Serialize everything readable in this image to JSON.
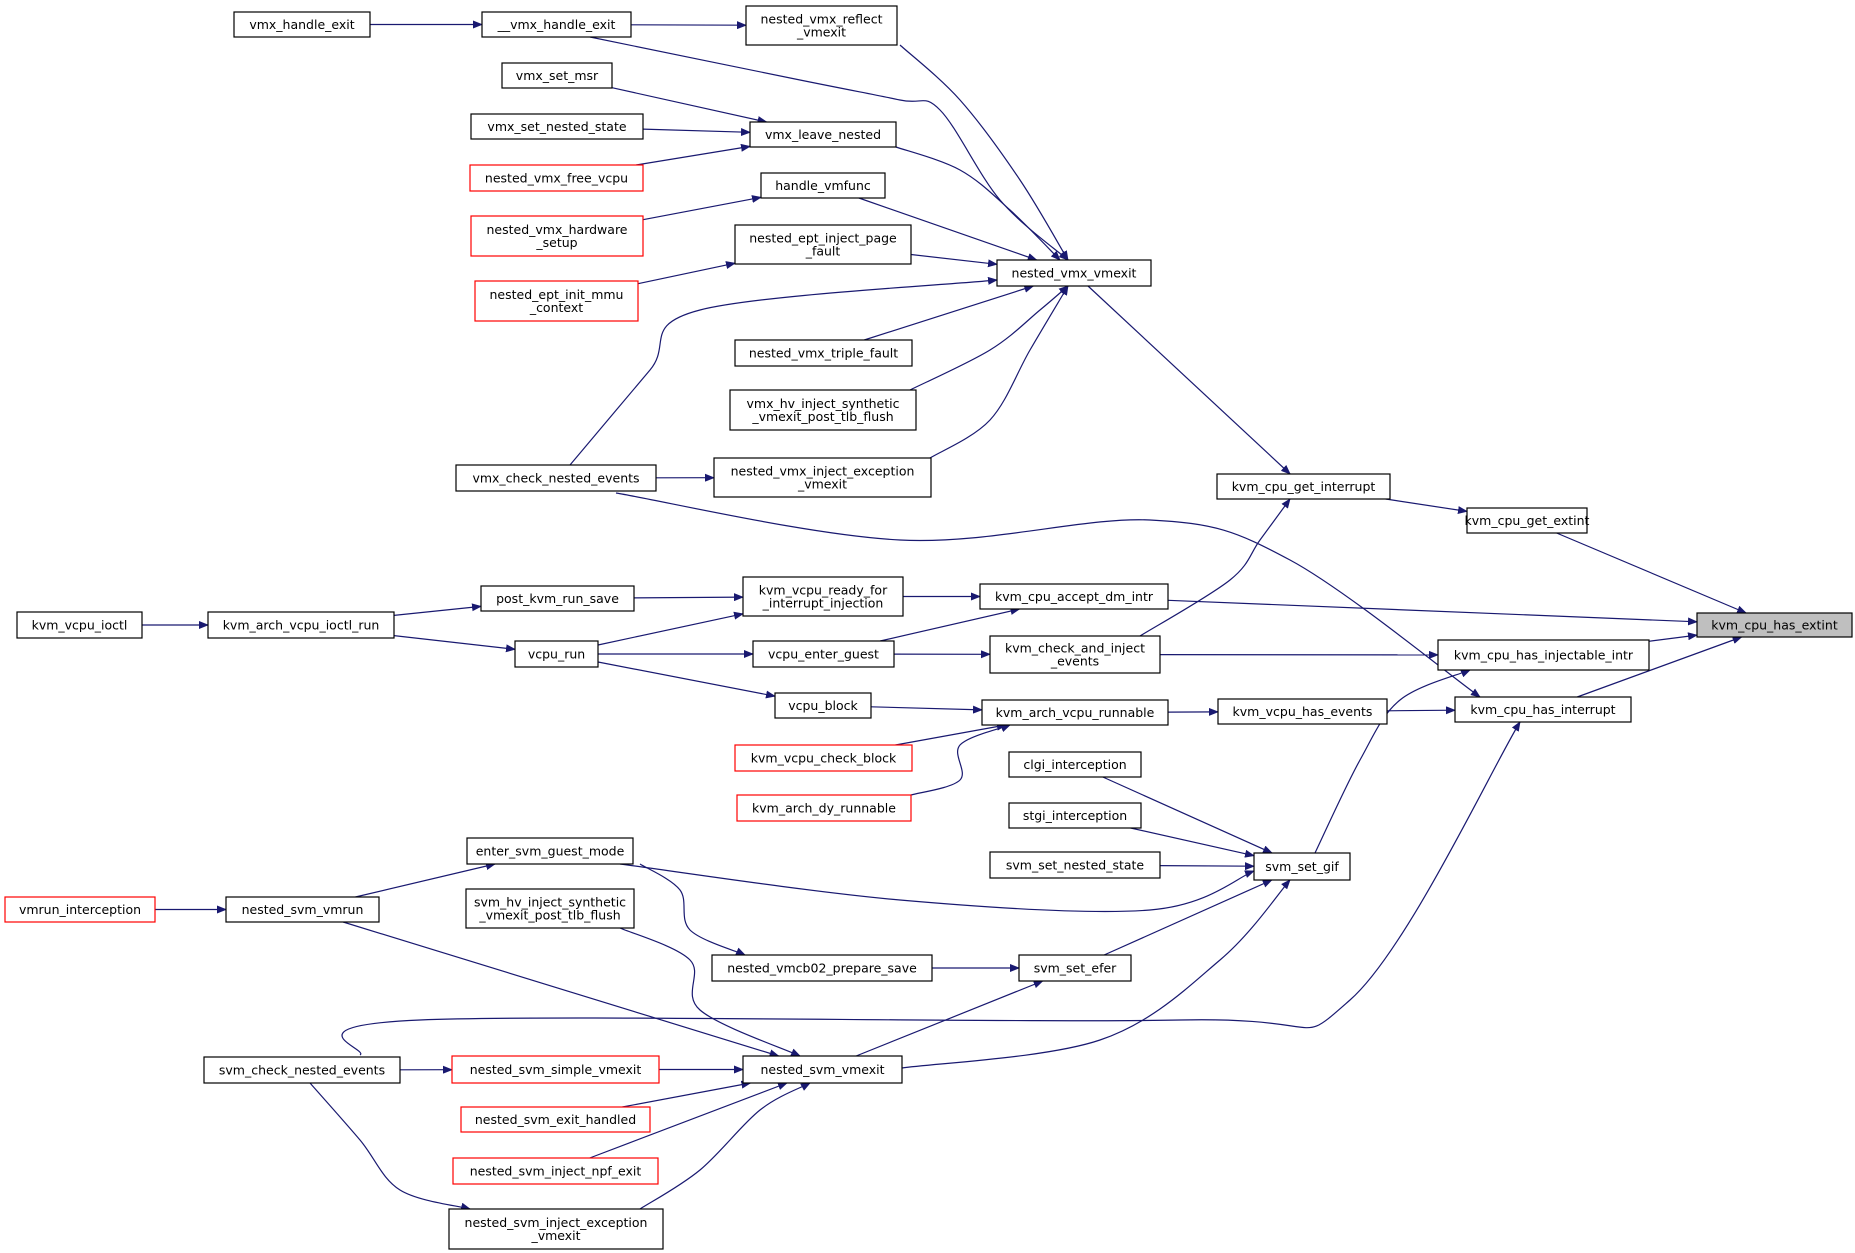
{
  "colors": {
    "edge": "#191970",
    "node_border": "#000000",
    "node_border_truncated": "#ff0000",
    "node_fill": "#ffffff",
    "focus_fill": "#bfbfbf"
  },
  "nodes": [
    {
      "id": "kvm_cpu_has_extint",
      "lines": [
        "kvm_cpu_has_extint"
      ],
      "style": "focus"
    },
    {
      "id": "kvm_cpu_get_extint",
      "lines": [
        "kvm_cpu_get_extint"
      ],
      "style": "normal"
    },
    {
      "id": "kvm_cpu_accept_dm_intr",
      "lines": [
        "kvm_cpu_accept_dm_intr"
      ],
      "style": "normal"
    },
    {
      "id": "kvm_cpu_has_injectable_intr",
      "lines": [
        "kvm_cpu_has_injectable_intr"
      ],
      "style": "normal"
    },
    {
      "id": "kvm_cpu_has_interrupt",
      "lines": [
        "kvm_cpu_has_interrupt"
      ],
      "style": "normal"
    },
    {
      "id": "kvm_cpu_get_interrupt",
      "lines": [
        "kvm_cpu_get_interrupt"
      ],
      "style": "normal"
    },
    {
      "id": "kvm_vcpu_ready_for_interrupt_injection",
      "lines": [
        "kvm_vcpu_ready_for",
        "_interrupt_injection"
      ],
      "style": "normal"
    },
    {
      "id": "kvm_check_and_inject_events",
      "lines": [
        "kvm_check_and_inject",
        "_events"
      ],
      "style": "normal"
    },
    {
      "id": "svm_set_gif",
      "lines": [
        "svm_set_gif"
      ],
      "style": "normal"
    },
    {
      "id": "kvm_vcpu_has_events",
      "lines": [
        "kvm_vcpu_has_events"
      ],
      "style": "normal"
    },
    {
      "id": "vmx_check_nested_events",
      "lines": [
        "vmx_check_nested_events"
      ],
      "style": "normal"
    },
    {
      "id": "svm_check_nested_events",
      "lines": [
        "svm_check_nested_events"
      ],
      "style": "normal"
    },
    {
      "id": "nested_vmx_vmexit",
      "lines": [
        "nested_vmx_vmexit"
      ],
      "style": "normal"
    },
    {
      "id": "post_kvm_run_save",
      "lines": [
        "post_kvm_run_save"
      ],
      "style": "normal"
    },
    {
      "id": "vcpu_enter_guest",
      "lines": [
        "vcpu_enter_guest"
      ],
      "style": "normal"
    },
    {
      "id": "clgi_interception",
      "lines": [
        "clgi_interception"
      ],
      "style": "normal"
    },
    {
      "id": "stgi_interception",
      "lines": [
        "stgi_interception"
      ],
      "style": "normal"
    },
    {
      "id": "svm_set_nested_state",
      "lines": [
        "svm_set_nested_state"
      ],
      "style": "normal"
    },
    {
      "id": "enter_svm_guest_mode",
      "lines": [
        "enter_svm_guest_mode"
      ],
      "style": "normal"
    },
    {
      "id": "svm_set_efer",
      "lines": [
        "svm_set_efer"
      ],
      "style": "normal"
    },
    {
      "id": "nested_svm_vmexit",
      "lines": [
        "nested_svm_vmexit"
      ],
      "style": "normal"
    },
    {
      "id": "kvm_arch_vcpu_runnable",
      "lines": [
        "kvm_arch_vcpu_runnable"
      ],
      "style": "normal"
    },
    {
      "id": "vcpu_block",
      "lines": [
        "vcpu_block"
      ],
      "style": "normal"
    },
    {
      "id": "kvm_vcpu_check_block",
      "lines": [
        "kvm_vcpu_check_block"
      ],
      "style": "truncated"
    },
    {
      "id": "kvm_arch_dy_runnable",
      "lines": [
        "kvm_arch_dy_runnable"
      ],
      "style": "truncated"
    },
    {
      "id": "vcpu_run",
      "lines": [
        "vcpu_run"
      ],
      "style": "normal"
    },
    {
      "id": "kvm_arch_vcpu_ioctl_run",
      "lines": [
        "kvm_arch_vcpu_ioctl_run"
      ],
      "style": "normal"
    },
    {
      "id": "kvm_vcpu_ioctl",
      "lines": [
        "kvm_vcpu_ioctl"
      ],
      "style": "normal"
    },
    {
      "id": "nested_vmx_inject_exception_vmexit",
      "lines": [
        "nested_vmx_inject_exception",
        "_vmexit"
      ],
      "style": "normal"
    },
    {
      "id": "nested_vmx_reflect_vmexit",
      "lines": [
        "nested_vmx_reflect",
        "_vmexit"
      ],
      "style": "normal"
    },
    {
      "id": "__vmx_handle_exit",
      "lines": [
        "__vmx_handle_exit"
      ],
      "style": "normal"
    },
    {
      "id": "vmx_handle_exit",
      "lines": [
        "vmx_handle_exit"
      ],
      "style": "normal"
    },
    {
      "id": "vmx_leave_nested",
      "lines": [
        "vmx_leave_nested"
      ],
      "style": "normal"
    },
    {
      "id": "vmx_set_msr",
      "lines": [
        "vmx_set_msr"
      ],
      "style": "normal"
    },
    {
      "id": "vmx_set_nested_state",
      "lines": [
        "vmx_set_nested_state"
      ],
      "style": "normal"
    },
    {
      "id": "nested_vmx_free_vcpu",
      "lines": [
        "nested_vmx_free_vcpu"
      ],
      "style": "truncated"
    },
    {
      "id": "handle_vmfunc",
      "lines": [
        "handle_vmfunc"
      ],
      "style": "normal"
    },
    {
      "id": "nested_vmx_hardware_setup",
      "lines": [
        "nested_vmx_hardware",
        "_setup"
      ],
      "style": "truncated"
    },
    {
      "id": "nested_ept_inject_page_fault",
      "lines": [
        "nested_ept_inject_page",
        "_fault"
      ],
      "style": "normal"
    },
    {
      "id": "nested_ept_init_mmu_context",
      "lines": [
        "nested_ept_init_mmu",
        "_context"
      ],
      "style": "truncated"
    },
    {
      "id": "nested_vmx_triple_fault",
      "lines": [
        "nested_vmx_triple_fault"
      ],
      "style": "normal"
    },
    {
      "id": "vmx_hv_inject_synthetic_vmexit_post_tlb_flush",
      "lines": [
        "vmx_hv_inject_synthetic",
        "_vmexit_post_tlb_flush"
      ],
      "style": "normal"
    },
    {
      "id": "nested_svm_vmrun",
      "lines": [
        "nested_svm_vmrun"
      ],
      "style": "normal"
    },
    {
      "id": "vmrun_interception",
      "lines": [
        "vmrun_interception"
      ],
      "style": "truncated"
    },
    {
      "id": "nested_vmcb02_prepare_save",
      "lines": [
        "nested_vmcb02_prepare_save"
      ],
      "style": "normal"
    },
    {
      "id": "svm_hv_inject_synthetic_vmexit_post_tlb_flush",
      "lines": [
        "svm_hv_inject_synthetic",
        "_vmexit_post_tlb_flush"
      ],
      "style": "normal"
    },
    {
      "id": "nested_svm_simple_vmexit",
      "lines": [
        "nested_svm_simple_vmexit"
      ],
      "style": "truncated"
    },
    {
      "id": "nested_svm_exit_handled",
      "lines": [
        "nested_svm_exit_handled"
      ],
      "style": "truncated"
    },
    {
      "id": "nested_svm_inject_npf_exit",
      "lines": [
        "nested_svm_inject_npf_exit"
      ],
      "style": "truncated"
    },
    {
      "id": "nested_svm_inject_exception_vmexit",
      "lines": [
        "nested_svm_inject_exception",
        "_vmexit"
      ],
      "style": "normal"
    }
  ],
  "edges": [
    [
      "kvm_cpu_get_extint",
      "kvm_cpu_has_extint"
    ],
    [
      "kvm_cpu_accept_dm_intr",
      "kvm_cpu_has_extint"
    ],
    [
      "kvm_cpu_has_injectable_intr",
      "kvm_cpu_has_extint"
    ],
    [
      "kvm_cpu_has_interrupt",
      "kvm_cpu_has_extint"
    ],
    [
      "kvm_cpu_get_interrupt",
      "kvm_cpu_get_extint"
    ],
    [
      "nested_vmx_vmexit",
      "kvm_cpu_get_interrupt"
    ],
    [
      "kvm_check_and_inject_events",
      "kvm_cpu_get_interrupt"
    ],
    [
      "kvm_vcpu_ready_for_interrupt_injection",
      "kvm_cpu_accept_dm_intr"
    ],
    [
      "vcpu_enter_guest",
      "kvm_cpu_accept_dm_intr"
    ],
    [
      "kvm_check_and_inject_events",
      "kvm_cpu_has_injectable_intr"
    ],
    [
      "svm_set_gif",
      "kvm_cpu_has_injectable_intr"
    ],
    [
      "kvm_vcpu_has_events",
      "kvm_cpu_has_interrupt"
    ],
    [
      "vmx_check_nested_events",
      "kvm_cpu_has_interrupt"
    ],
    [
      "svm_check_nested_events",
      "kvm_cpu_has_interrupt"
    ],
    [
      "vcpu_enter_guest",
      "kvm_check_and_inject_events"
    ],
    [
      "kvm_arch_vcpu_runnable",
      "kvm_vcpu_has_events"
    ],
    [
      "vcpu_block",
      "kvm_arch_vcpu_runnable"
    ],
    [
      "kvm_vcpu_check_block",
      "kvm_arch_vcpu_runnable"
    ],
    [
      "kvm_arch_dy_runnable",
      "kvm_arch_vcpu_runnable"
    ],
    [
      "vcpu_run",
      "vcpu_block"
    ],
    [
      "vcpu_run",
      "vcpu_enter_guest"
    ],
    [
      "vcpu_run",
      "kvm_vcpu_ready_for_interrupt_injection"
    ],
    [
      "post_kvm_run_save",
      "kvm_vcpu_ready_for_interrupt_injection"
    ],
    [
      "kvm_arch_vcpu_ioctl_run",
      "post_kvm_run_save"
    ],
    [
      "kvm_arch_vcpu_ioctl_run",
      "vcpu_run"
    ],
    [
      "kvm_vcpu_ioctl",
      "kvm_arch_vcpu_ioctl_run"
    ],
    [
      "clgi_interception",
      "svm_set_gif"
    ],
    [
      "stgi_interception",
      "svm_set_gif"
    ],
    [
      "svm_set_nested_state",
      "svm_set_gif"
    ],
    [
      "enter_svm_guest_mode",
      "svm_set_gif"
    ],
    [
      "svm_set_efer",
      "svm_set_gif"
    ],
    [
      "nested_svm_vmexit",
      "svm_set_gif"
    ],
    [
      "nested_vmcb02_prepare_save",
      "svm_set_efer"
    ],
    [
      "nested_svm_vmexit",
      "svm_set_efer"
    ],
    [
      "enter_svm_guest_mode",
      "nested_vmcb02_prepare_save"
    ],
    [
      "nested_svm_vmrun",
      "enter_svm_guest_mode"
    ],
    [
      "vmrun_interception",
      "nested_svm_vmrun"
    ],
    [
      "nested_svm_vmrun",
      "nested_svm_vmexit"
    ],
    [
      "svm_hv_inject_synthetic_vmexit_post_tlb_flush",
      "nested_svm_vmexit"
    ],
    [
      "nested_svm_simple_vmexit",
      "nested_svm_vmexit"
    ],
    [
      "nested_svm_exit_handled",
      "nested_svm_vmexit"
    ],
    [
      "nested_svm_inject_npf_exit",
      "nested_svm_vmexit"
    ],
    [
      "nested_svm_inject_exception_vmexit",
      "nested_svm_vmexit"
    ],
    [
      "svm_check_nested_events",
      "nested_svm_simple_vmexit"
    ],
    [
      "svm_check_nested_events",
      "nested_svm_inject_exception_vmexit"
    ],
    [
      "nested_vmx_reflect_vmexit",
      "nested_vmx_vmexit"
    ],
    [
      "__vmx_handle_exit",
      "nested_vmx_vmexit"
    ],
    [
      "vmx_leave_nested",
      "nested_vmx_vmexit"
    ],
    [
      "handle_vmfunc",
      "nested_vmx_vmexit"
    ],
    [
      "nested_ept_inject_page_fault",
      "nested_vmx_vmexit"
    ],
    [
      "vmx_check_nested_events",
      "nested_vmx_vmexit"
    ],
    [
      "nested_vmx_triple_fault",
      "nested_vmx_vmexit"
    ],
    [
      "vmx_hv_inject_synthetic_vmexit_post_tlb_flush",
      "nested_vmx_vmexit"
    ],
    [
      "nested_vmx_inject_exception_vmexit",
      "nested_vmx_vmexit"
    ],
    [
      "vmx_check_nested_events",
      "nested_vmx_inject_exception_vmexit"
    ],
    [
      "__vmx_handle_exit",
      "nested_vmx_reflect_vmexit"
    ],
    [
      "vmx_handle_exit",
      "__vmx_handle_exit"
    ],
    [
      "vmx_set_msr",
      "vmx_leave_nested"
    ],
    [
      "vmx_set_nested_state",
      "vmx_leave_nested"
    ],
    [
      "nested_vmx_free_vcpu",
      "vmx_leave_nested"
    ],
    [
      "nested_vmx_hardware_setup",
      "handle_vmfunc"
    ],
    [
      "nested_ept_init_mmu_context",
      "nested_ept_inject_page_fault"
    ]
  ]
}
